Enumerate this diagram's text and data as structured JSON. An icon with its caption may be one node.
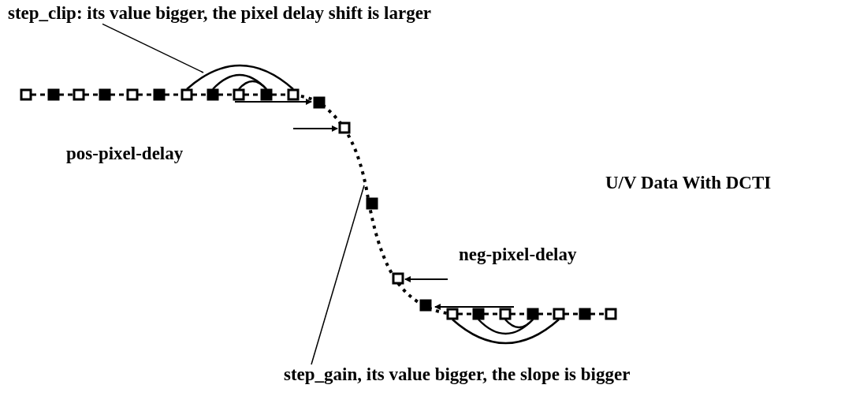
{
  "diagram": {
    "nodes": [
      {
        "text": [
          "step_clip: its value bigger, the pixel delay shift is larger"
        ]
      },
      {
        "text": [
          "step_gain, its value bigger, the slope is  bigger"
        ]
      }
    ],
    "edges": [
      {
        "from": 0,
        "to": null,
        "arrow": "none"
      },
      {
        "from": 1,
        "to": null,
        "arrow": "none"
      }
    ],
    "labels": [
      "pos-pixel-delay",
      "U/V Data With DCTI",
      "neg-pixel-delay"
    ]
  }
}
